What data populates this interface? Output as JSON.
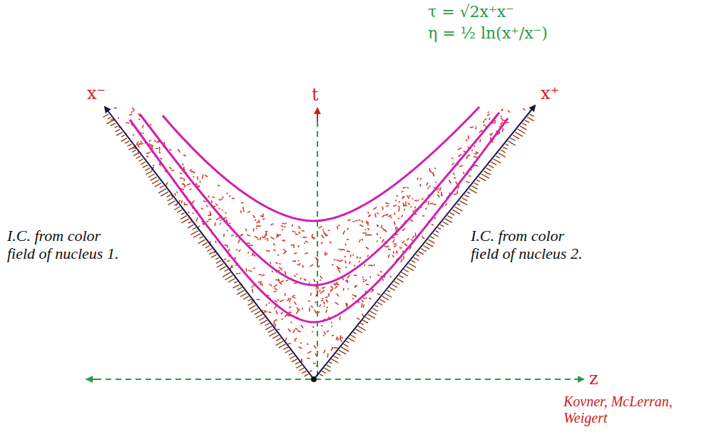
{
  "diagram": {
    "labels": [
      "τ = √2x⁺x⁻",
      "η = ½ ln(x⁺/x⁻)",
      "x⁻",
      "t",
      "x⁺",
      "z",
      "I.C. from color field of nucleus 1.",
      "I.C. from color field of nucleus 2.",
      "Kovner, McLerran, Weigert"
    ]
  }
}
